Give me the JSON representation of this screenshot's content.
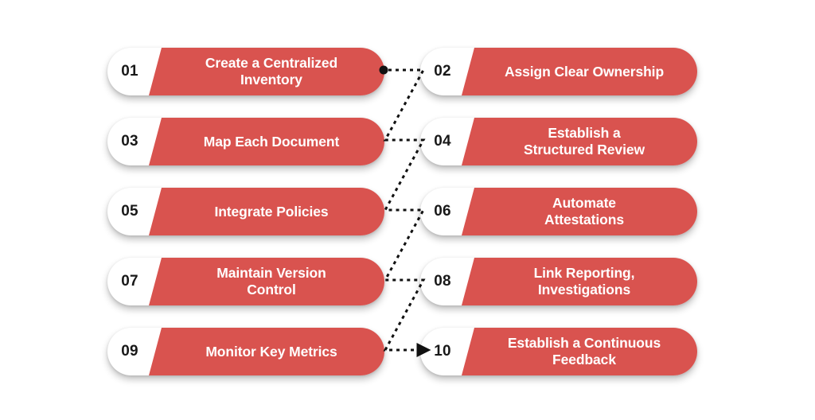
{
  "meta": {
    "type": "process-steps-infographic",
    "columns": 2,
    "rows": 5,
    "total_steps": 10
  },
  "colors": {
    "accent_red": "#d9534f",
    "card_white": "#ffffff",
    "number_text": "#181818",
    "label_text": "#ffffff",
    "connector": "#111111",
    "background": "#ffffff"
  },
  "steps": {
    "left": [
      {
        "number": "01",
        "label": "Create a Centralized\nInventory"
      },
      {
        "number": "03",
        "label": "Map Each Document"
      },
      {
        "number": "05",
        "label": "Integrate Policies"
      },
      {
        "number": "07",
        "label": "Maintain Version\nControl"
      },
      {
        "number": "09",
        "label": "Monitor Key Metrics"
      }
    ],
    "right": [
      {
        "number": "02",
        "label": "Assign Clear Ownership"
      },
      {
        "number": "04",
        "label": "Establish a\nStructured Review"
      },
      {
        "number": "06",
        "label": "Automate\nAttestations"
      },
      {
        "number": "08",
        "label": "Link Reporting,\nInvestigations"
      },
      {
        "number": "10",
        "label": "Establish a Continuous\nFeedback"
      }
    ]
  },
  "connector": {
    "style": "dotted-zigzag",
    "start_marker": "dot",
    "end_marker": "arrowhead",
    "direction": "top-left-to-bottom-right"
  }
}
